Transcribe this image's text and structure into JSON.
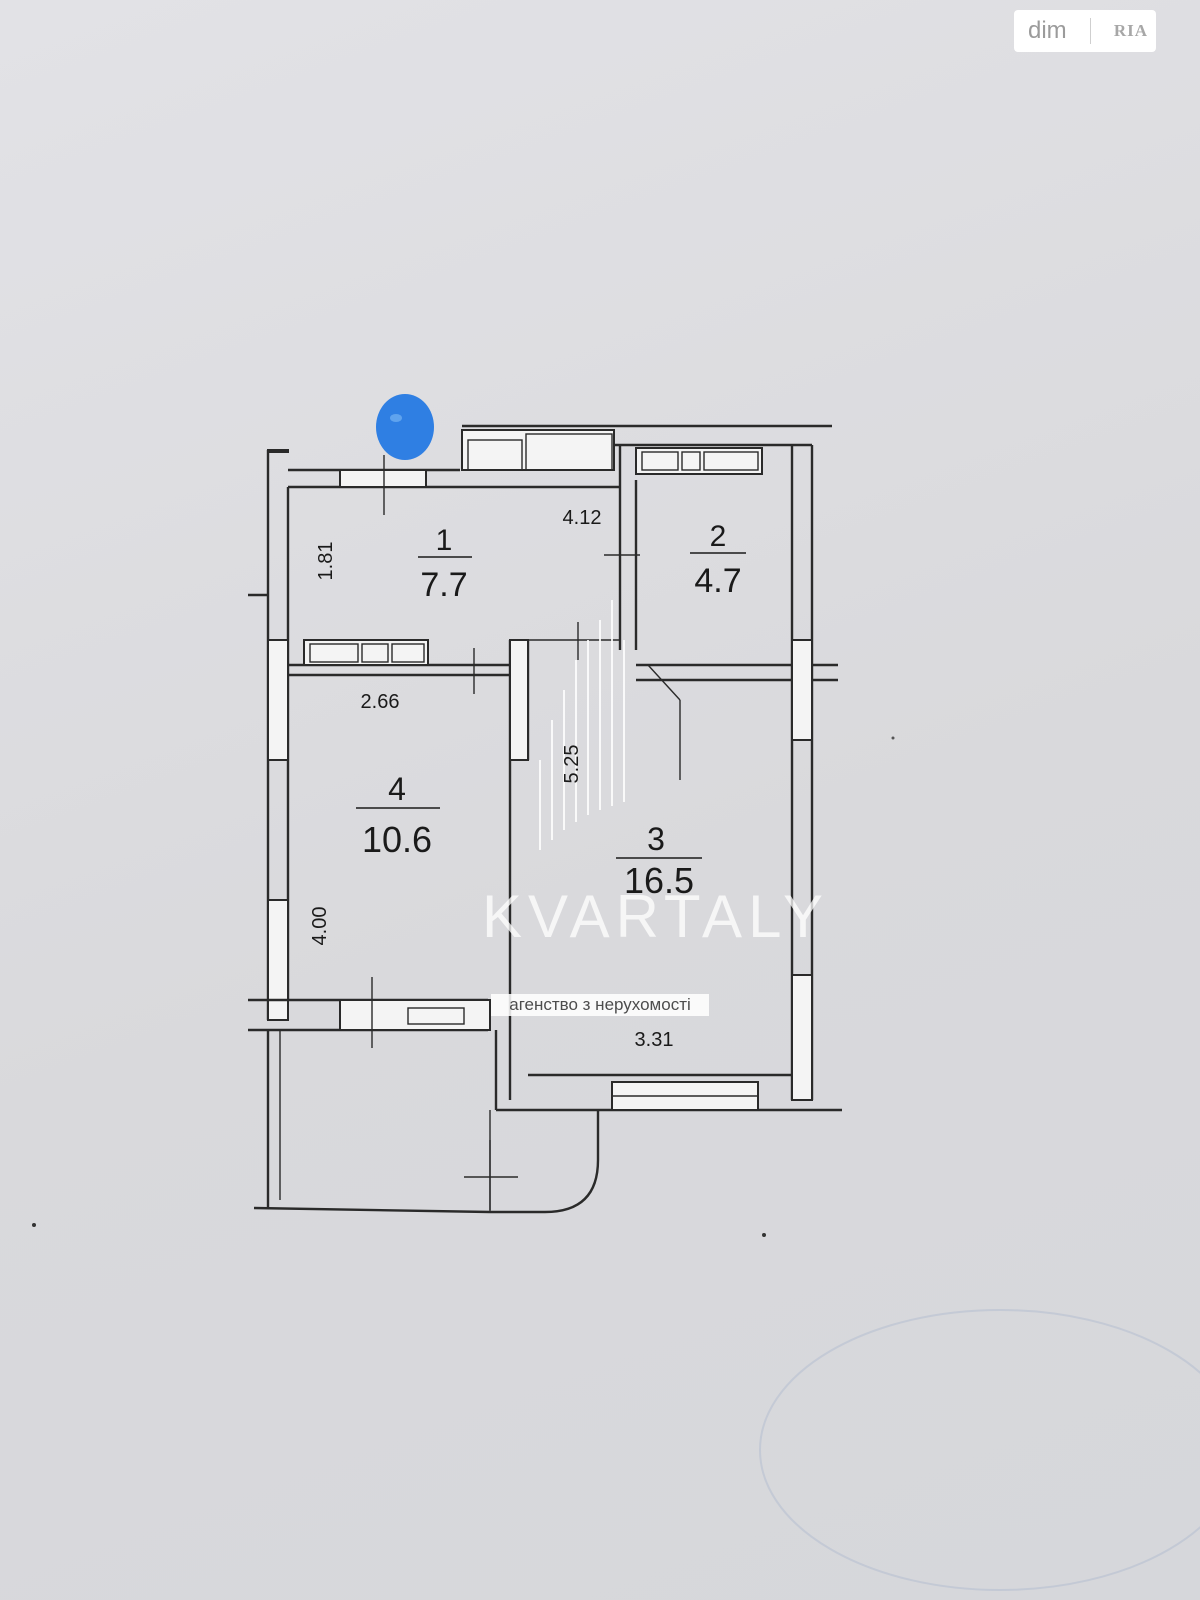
{
  "watermark": {
    "agency_name": "KVARTALY",
    "agency_tagline": "агенство з нерухомості",
    "site_badge_left": "dim",
    "site_badge_right": "RIA"
  },
  "rooms": [
    {
      "number": "1",
      "area": "7.7"
    },
    {
      "number": "2",
      "area": "4.7"
    },
    {
      "number": "3",
      "area": "16.5"
    },
    {
      "number": "4",
      "area": "10.6"
    }
  ],
  "dimensions": {
    "room1_width": "4.12",
    "room1_height": "1.81",
    "room4_width": "2.66",
    "room4_height": "4.00",
    "room3_height": "5.25",
    "room3_width": "3.31"
  },
  "colors": {
    "background": "#dcdcdf",
    "redaction_blob": "#2f7fe3",
    "ink": "#2a2a2a"
  }
}
